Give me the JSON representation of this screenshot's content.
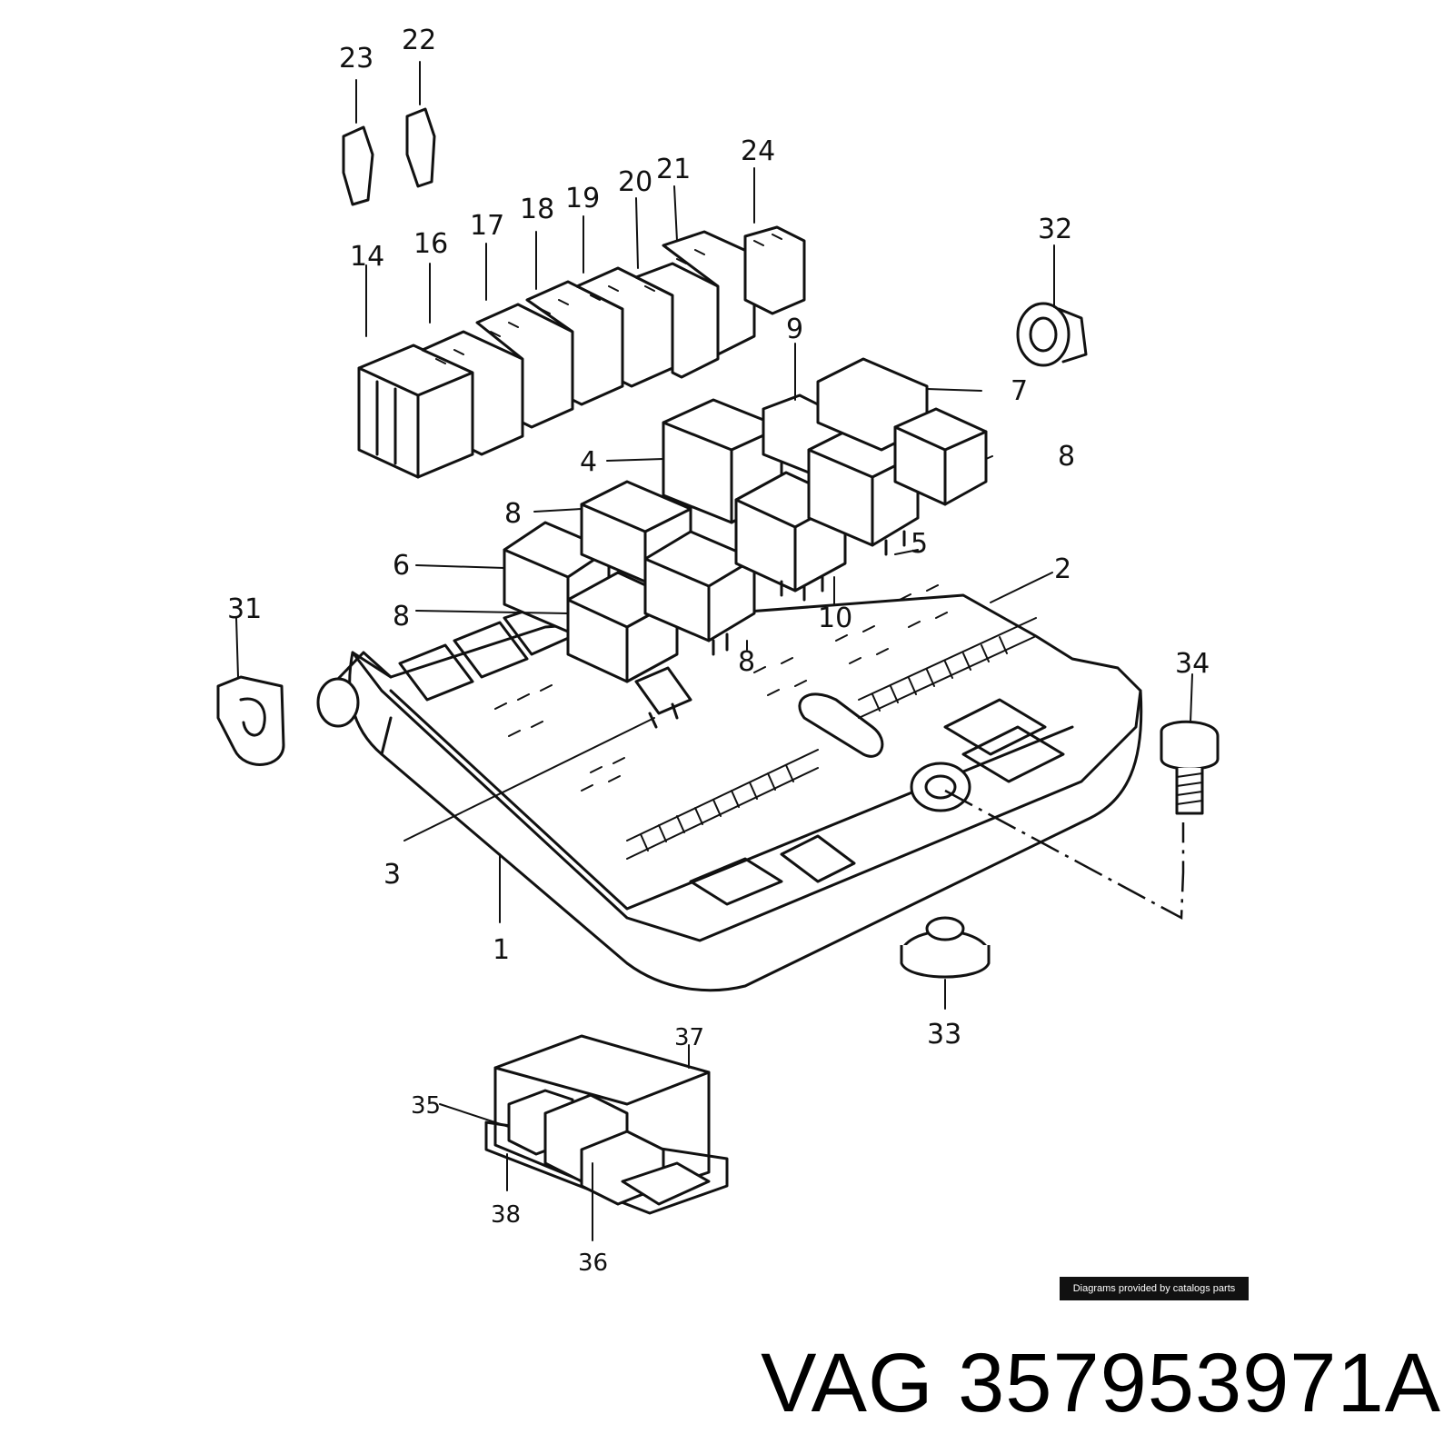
{
  "diagram": {
    "callouts": [
      "1",
      "2",
      "3",
      "4",
      "5",
      "6",
      "7",
      "8",
      "8",
      "8",
      "8",
      "9",
      "10",
      "14",
      "16",
      "17",
      "18",
      "19",
      "20",
      "21",
      "22",
      "23",
      "24",
      "31",
      "32",
      "33",
      "34",
      "35",
      "36",
      "37",
      "38"
    ]
  },
  "credit": "Diagrams provided by catalogs parts",
  "part": {
    "brand": "VAG",
    "number": "357953971A"
  },
  "colors": {
    "line": "#111111",
    "background": "#ffffff",
    "credit_bg": "#111111"
  }
}
